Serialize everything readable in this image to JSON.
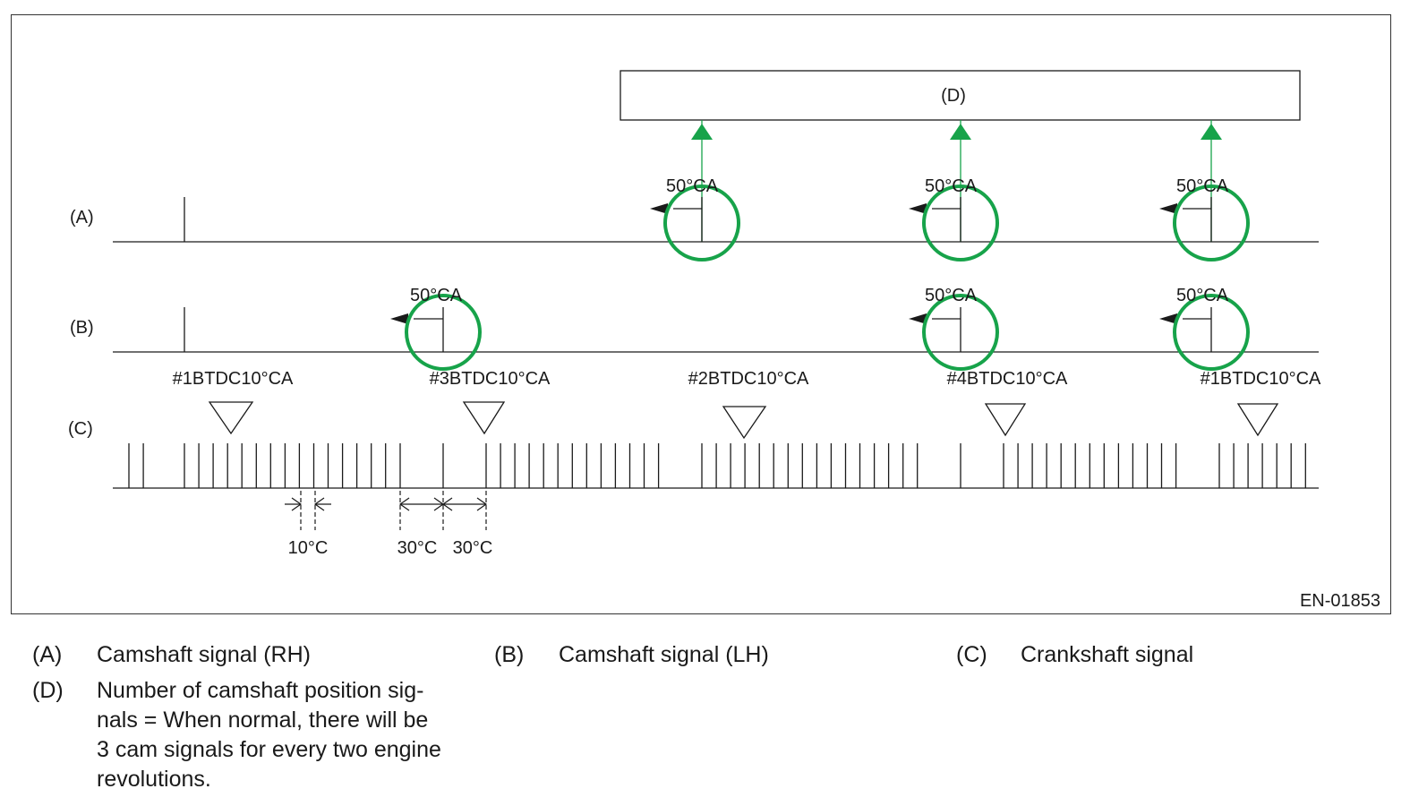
{
  "diagram": {
    "box_label": "(D)",
    "row_labels": {
      "a": "(A)",
      "b": "(B)",
      "c": "(C)"
    },
    "angle_label": "50°CA",
    "tdc_labels": [
      "#1BTDC10°CA",
      "#3BTDC10°CA",
      "#2BTDC10°CA",
      "#4BTDC10°CA",
      "#1BTDC10°CA"
    ],
    "dimension_labels": {
      "tooth_spacing": "10°C",
      "gap_left": "30°C",
      "gap_right": "30°C"
    },
    "figure_id": "EN-01853",
    "highlight_color": "#17a34a",
    "line_color": "#1a1a1a"
  },
  "legend": [
    {
      "key": "(A)",
      "text": "Camshaft signal (RH)"
    },
    {
      "key": "(B)",
      "text": "Camshaft signal (LH)"
    },
    {
      "key": "(C)",
      "text": "Crankshaft signal"
    },
    {
      "key": "(D)",
      "text_lines": [
        "Number of camshaft position sig-",
        "nals = When normal, there will be",
        "3 cam signals for every two engine",
        "revolutions."
      ]
    }
  ]
}
